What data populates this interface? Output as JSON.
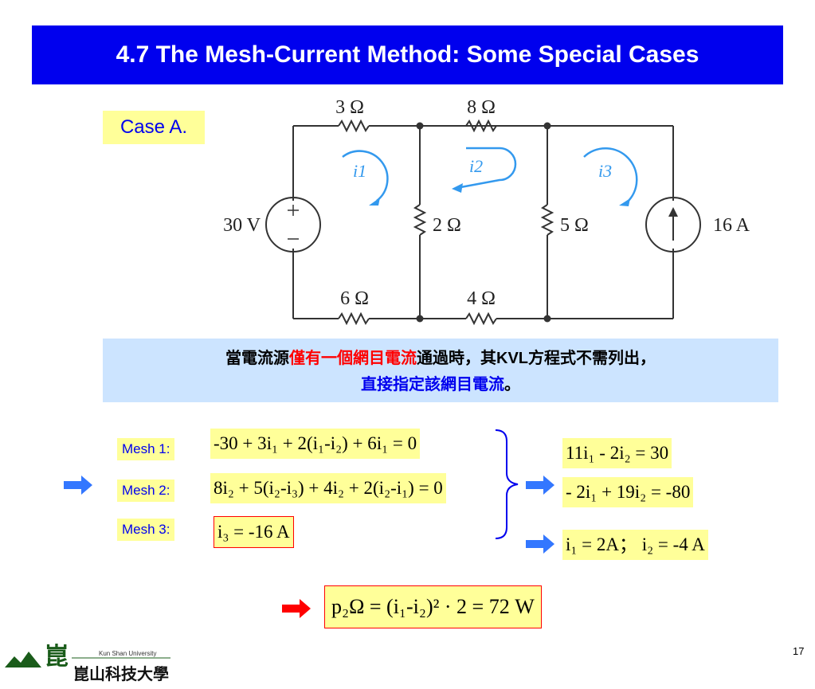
{
  "title": "4.7 The Mesh-Current Method: Some Special Cases",
  "case_label": "Case A.",
  "circuit": {
    "r_top_left": "3 Ω",
    "r_top_right": "8 Ω",
    "r_mid_left": "2 Ω",
    "r_mid_right": "5 Ω",
    "r_bot_left": "6 Ω",
    "r_bot_right": "4 Ω",
    "voltage_source": "30 V",
    "current_source": "16 A",
    "mesh1": "i1",
    "mesh2": "i2",
    "mesh3": "i3"
  },
  "note": {
    "line1_a": "當電流源",
    "line1_b": "僅有一個網目電流",
    "line1_c": "通過時，其",
    "line1_d": "KVL",
    "line1_e": "方程式不需列出，",
    "line2_a": "直接指定該網目電流",
    "line2_b": "。"
  },
  "mesh_labels": [
    "Mesh 1:",
    "Mesh 2:",
    "Mesh 3:"
  ],
  "equations": {
    "mesh1": "-30 + 3i₁ + 2(i₁-i₂) + 6i₁ = 0",
    "mesh2": "8i₂ + 5(i₂-i₃) + 4i₂ + 2(i₂-i₁) = 0",
    "mesh3": "i₃ = -16 A",
    "simplified1": "11i₁ - 2i₂ = 30",
    "simplified2": "- 2i₁ + 19i₂ = -80",
    "solution": "i₁ = 2A；   i₂ = -4 A",
    "power": "p₂Ω = (i₁-i₂)² · 2 = 72 W"
  },
  "page_number": "17",
  "logo": {
    "english": "Kun Shan University",
    "chinese": "崑山科技大學"
  },
  "colors": {
    "title_bg": "#0000ee",
    "highlight": "#ffff99",
    "note_bg": "#cce4ff",
    "arrow_blue": "#3377ff",
    "arrow_red": "#ff0000",
    "mesh_arrow": "#3399ee"
  }
}
